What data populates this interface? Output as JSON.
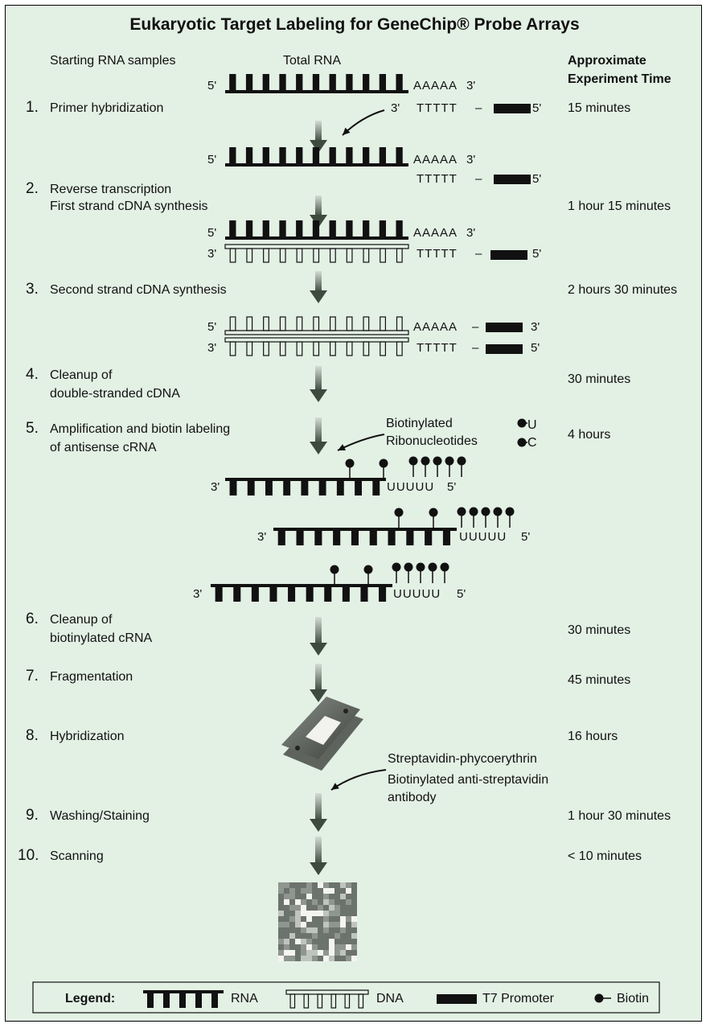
{
  "title": "Eukaryotic Target Labeling for GeneChip® Probe Arrays",
  "header": {
    "left": "Starting RNA samples",
    "center": "Total RNA",
    "right_line1": "Approximate",
    "right_line2": "Experiment Time"
  },
  "steps": [
    {
      "num": "1.",
      "lines": [
        "Primer hybridization"
      ],
      "time": "15 minutes"
    },
    {
      "num": "2.",
      "lines": [
        "Reverse transcription",
        "First strand cDNA synthesis"
      ],
      "time": "1 hour 15 minutes"
    },
    {
      "num": "3.",
      "lines": [
        "Second strand cDNA synthesis"
      ],
      "time": "2 hours 30 minutes"
    },
    {
      "num": "4.",
      "lines": [
        "Cleanup of",
        "double-stranded cDNA"
      ],
      "time": "30 minutes"
    },
    {
      "num": "5.",
      "lines": [
        "Amplification and biotin labeling",
        "of antisense cRNA"
      ],
      "time": "4 hours"
    },
    {
      "num": "6.",
      "lines": [
        "Cleanup of",
        "biotinylated cRNA"
      ],
      "time": "30 minutes"
    },
    {
      "num": "7.",
      "lines": [
        "Fragmentation"
      ],
      "time": "45 minutes"
    },
    {
      "num": "8.",
      "lines": [
        "Hybridization"
      ],
      "time": "16 hours"
    },
    {
      "num": "9.",
      "lines": [
        "Washing/Staining"
      ],
      "time": "1 hour 30 minutes"
    },
    {
      "num": "10.",
      "lines": [
        "Scanning"
      ],
      "time": "< 10 minutes"
    }
  ],
  "strand_labels": {
    "five_prime": "5'",
    "three_prime": "3'",
    "poly_a": "AAAAA",
    "poly_t": "TTTTT",
    "poly_u": "UUUUU",
    "dash": "–"
  },
  "annotations": {
    "biotinylated": "Biotinylated",
    "ribonucleotides": "Ribonucleotides",
    "u_nucleotide": "U",
    "c_nucleotide": "C",
    "streptavidin": "Streptavidin-phycoerythrin",
    "antibody_line1": "Biotinylated anti-streptavidin",
    "antibody_line2": "antibody"
  },
  "legend": {
    "title": "Legend:",
    "rna": "RNA",
    "dna": "DNA",
    "t7": "T7 Promoter",
    "biotin": "Biotin"
  },
  "colors": {
    "background": "#e3f0e4",
    "ink": "#111111",
    "arrow_top": "#d4ddd4",
    "arrow_bottom": "#3e4a3e"
  }
}
